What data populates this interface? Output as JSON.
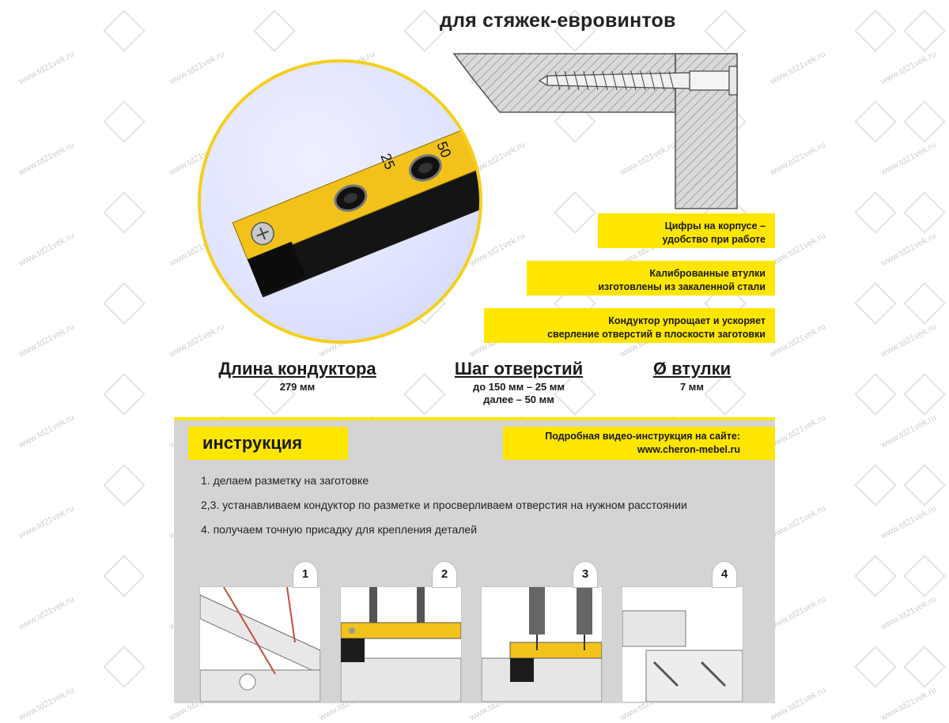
{
  "header": {
    "title": "для стяжек-евровинтов"
  },
  "zoom": {
    "mark_50": "50",
    "mark_25": "25"
  },
  "callouts": [
    {
      "line1": "Цифры на корпусе –",
      "line2": "удобство при работе"
    },
    {
      "line1": "Калиброванные втулки",
      "line2": "изготовлены из закаленной стали"
    },
    {
      "line1": "Кондуктор упрощает и ускоряет",
      "line2": "сверление отверстий в плоскости заготовки"
    }
  ],
  "specs": [
    {
      "title": "Длина кондуктора",
      "line1": "279 мм",
      "line2": ""
    },
    {
      "title": "Шаг отверстий",
      "line1": "до 150 мм – 25 мм",
      "line2": "далее – 50 мм"
    },
    {
      "title": "Ø втулки",
      "line1": "7 мм",
      "line2": ""
    }
  ],
  "instructions": {
    "tab_label": "инструкция",
    "video_line1": "Подробная видео-инструкция на сайте:",
    "video_line2": "www.cheron-mebel.ru",
    "steps": [
      "1. делаем разметку на заготовке",
      "2,3. устанавливаем кондуктор по разметке и просверливаем отверстия на нужном расстоянии",
      "4. получаем точную присадку для крепления деталей"
    ],
    "panels": [
      "1",
      "2",
      "3",
      "4"
    ]
  },
  "watermark": {
    "text": "www.td21vek.ru"
  },
  "colors": {
    "accent_yellow": "#ffe600",
    "panel_gray": "#d4d4d4",
    "jig_yellow": "#f2c21b",
    "jig_black": "#1c1c1c"
  }
}
